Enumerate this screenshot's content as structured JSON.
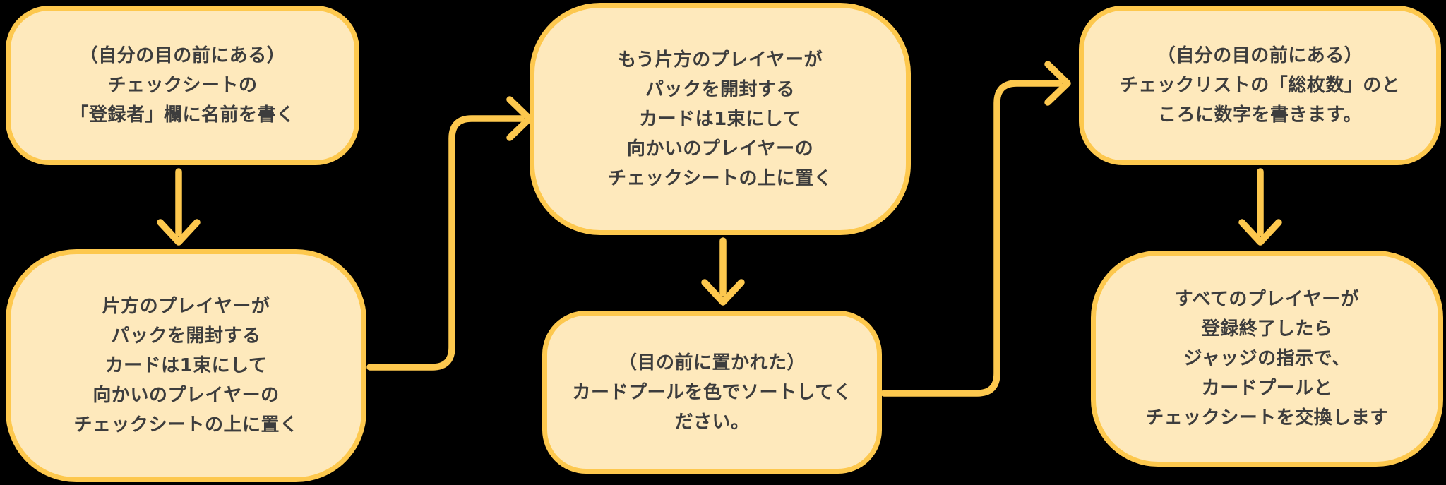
{
  "colors": {
    "background": "#000000",
    "box_fill": "#FEE9BC",
    "box_border": "#FDC84E",
    "arrow": "#FDC84E",
    "text": "#3D3D3D"
  },
  "steps": [
    {
      "position": "top-left",
      "lines": [
        "（自分の目の前にある）",
        "チェックシートの",
        "「登録者」欄に名前を書く"
      ]
    },
    {
      "position": "bottom-left",
      "lines": [
        "片方のプレイヤーが",
        "パックを開封する",
        "カードは1束にして",
        "向かいのプレイヤーの",
        "チェックシートの上に置く"
      ]
    },
    {
      "position": "top-middle",
      "lines": [
        "もう片方のプレイヤーが",
        "パックを開封する",
        "カードは1束にして",
        "向かいのプレイヤーの",
        "チェックシートの上に置く"
      ]
    },
    {
      "position": "bottom-middle",
      "lines": [
        "（目の前に置かれた）",
        "カードプールを色でソートしてく",
        "ださい。"
      ]
    },
    {
      "position": "top-right",
      "lines": [
        "（自分の目の前にある）",
        "チェックリストの「総枚数」のと",
        "ころに数字を書きます。"
      ]
    },
    {
      "position": "bottom-right",
      "lines": [
        "すべてのプレイヤーが",
        "登録終了したら",
        "ジャッジの指示で、",
        "カードプールと",
        "チェックシートを交換します"
      ]
    }
  ],
  "connections": [
    {
      "from": 1,
      "to": 2,
      "shape": "straight-down-arrow"
    },
    {
      "from": 2,
      "to": 3,
      "shape": "right-then-up-then-right-arrow"
    },
    {
      "from": 3,
      "to": 4,
      "shape": "straight-down-arrow"
    },
    {
      "from": 4,
      "to": 5,
      "shape": "right-then-up-then-right-arrow"
    },
    {
      "from": 5,
      "to": 6,
      "shape": "straight-down-arrow"
    }
  ]
}
